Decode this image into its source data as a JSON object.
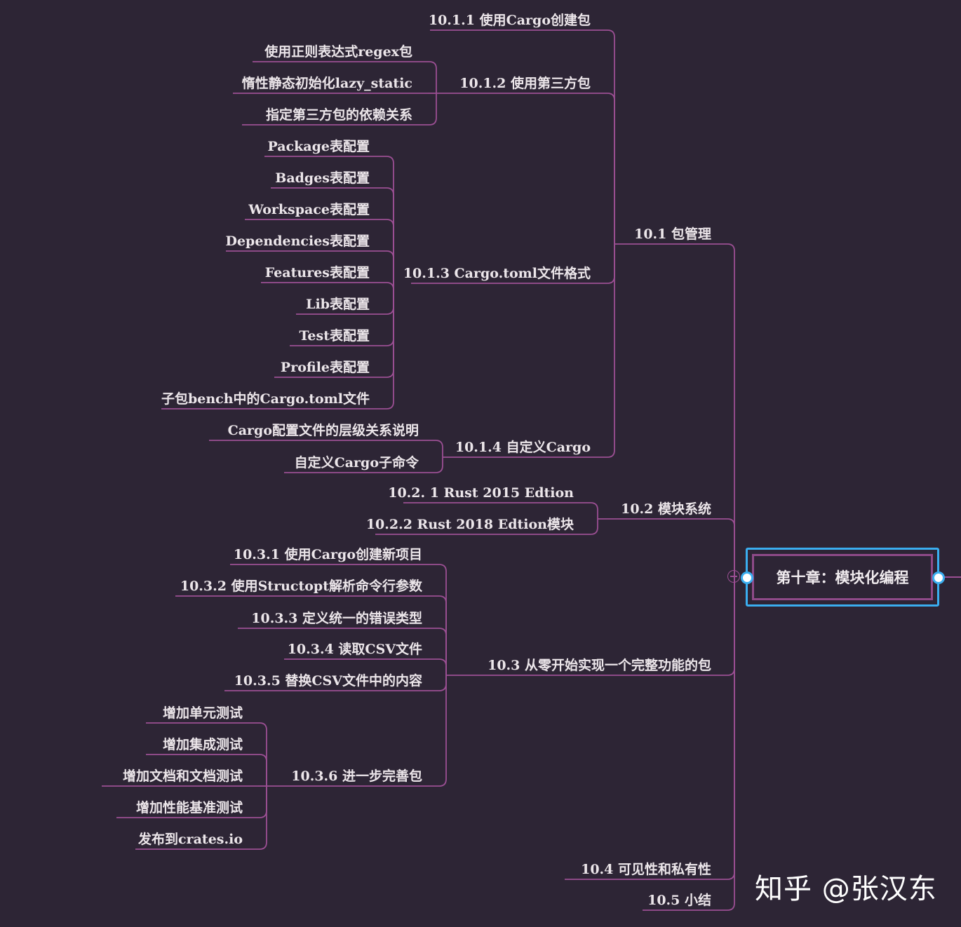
{
  "root": {
    "label": "第十章：模块化编程"
  },
  "watermark": "知乎 @张汉东",
  "colors": {
    "background": "#2d2535",
    "connector": "#9b4f93",
    "selection": "#3aaef0",
    "text": "#ece6ea"
  },
  "nodes": [
    {
      "id": "n10_1",
      "label": "10.1 包管理",
      "parent": "root"
    },
    {
      "id": "n10_1_1",
      "label": "10.1.1 使用Cargo创建包",
      "parent": "n10_1"
    },
    {
      "id": "n10_1_2",
      "label": "10.1.2 使用第三方包",
      "parent": "n10_1"
    },
    {
      "id": "n10_1_2_a",
      "label": "使用正则表达式regex包",
      "parent": "n10_1_2"
    },
    {
      "id": "n10_1_2_b",
      "label": "惰性静态初始化lazy_static",
      "parent": "n10_1_2"
    },
    {
      "id": "n10_1_2_c",
      "label": "指定第三方包的依赖关系",
      "parent": "n10_1_2"
    },
    {
      "id": "n10_1_3",
      "label": "10.1.3 Cargo.toml文件格式",
      "parent": "n10_1"
    },
    {
      "id": "n10_1_3_a",
      "label": "Package表配置",
      "parent": "n10_1_3"
    },
    {
      "id": "n10_1_3_b",
      "label": "Badges表配置",
      "parent": "n10_1_3"
    },
    {
      "id": "n10_1_3_c",
      "label": "Workspace表配置",
      "parent": "n10_1_3"
    },
    {
      "id": "n10_1_3_d",
      "label": "Dependencies表配置",
      "parent": "n10_1_3"
    },
    {
      "id": "n10_1_3_e",
      "label": "Features表配置",
      "parent": "n10_1_3"
    },
    {
      "id": "n10_1_3_f",
      "label": "Lib表配置",
      "parent": "n10_1_3"
    },
    {
      "id": "n10_1_3_g",
      "label": "Test表配置",
      "parent": "n10_1_3"
    },
    {
      "id": "n10_1_3_h",
      "label": "Profile表配置",
      "parent": "n10_1_3"
    },
    {
      "id": "n10_1_3_i",
      "label": "子包bench中的Cargo.toml文件",
      "parent": "n10_1_3"
    },
    {
      "id": "n10_1_4",
      "label": "10.1.4 自定义Cargo",
      "parent": "n10_1"
    },
    {
      "id": "n10_1_4_a",
      "label": "Cargo配置文件的层级关系说明",
      "parent": "n10_1_4"
    },
    {
      "id": "n10_1_4_b",
      "label": "自定义Cargo子命令",
      "parent": "n10_1_4"
    },
    {
      "id": "n10_2",
      "label": "10.2 模块系统",
      "parent": "root"
    },
    {
      "id": "n10_2_1",
      "label": "10.2. 1  Rust 2015 Edtion",
      "parent": "n10_2"
    },
    {
      "id": "n10_2_2",
      "label": "10.2.2  Rust 2018 Edtion模块",
      "parent": "n10_2"
    },
    {
      "id": "n10_3",
      "label": "10.3 从零开始实现一个完整功能的包",
      "parent": "root"
    },
    {
      "id": "n10_3_1",
      "label": "10.3.1 使用Cargo创建新项目",
      "parent": "n10_3"
    },
    {
      "id": "n10_3_2",
      "label": "10.3.2 使用Structopt解析命令行参数",
      "parent": "n10_3"
    },
    {
      "id": "n10_3_3",
      "label": "10.3.3 定义统一的错误类型",
      "parent": "n10_3"
    },
    {
      "id": "n10_3_4",
      "label": "10.3.4 读取CSV文件",
      "parent": "n10_3"
    },
    {
      "id": "n10_3_5",
      "label": "10.3.5 替换CSV文件中的内容",
      "parent": "n10_3"
    },
    {
      "id": "n10_3_6",
      "label": "10.3.6 进一步完善包",
      "parent": "n10_3"
    },
    {
      "id": "n10_3_6_a",
      "label": "增加单元测试",
      "parent": "n10_3_6"
    },
    {
      "id": "n10_3_6_b",
      "label": "增加集成测试",
      "parent": "n10_3_6"
    },
    {
      "id": "n10_3_6_c",
      "label": "增加文档和文档测试",
      "parent": "n10_3_6"
    },
    {
      "id": "n10_3_6_d",
      "label": "增加性能基准测试",
      "parent": "n10_3_6"
    },
    {
      "id": "n10_3_6_e",
      "label": "发布到crates.io",
      "parent": "n10_3_6"
    },
    {
      "id": "n10_4",
      "label": "10.4  可见性和私有性",
      "parent": "root"
    },
    {
      "id": "n10_5",
      "label": "10.5 小结",
      "parent": "root"
    }
  ]
}
